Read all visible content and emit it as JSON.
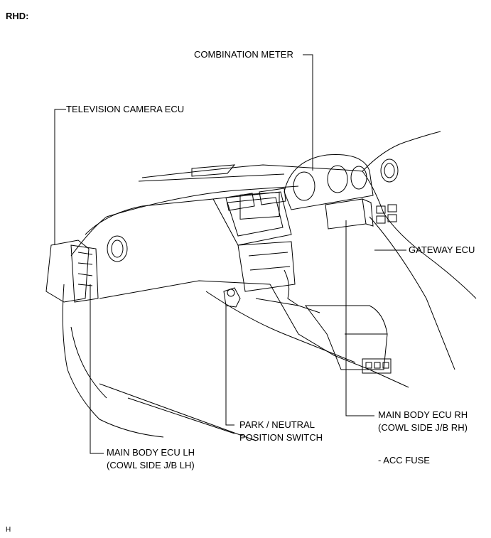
{
  "header": {
    "title": "RHD:"
  },
  "labels": {
    "combination_meter": "COMBINATION METER",
    "television_camera_ecu": "TELEVISION CAMERA ECU",
    "gateway_ecu": "GATEWAY ECU",
    "main_body_ecu_rh": "MAIN BODY ECU RH",
    "main_body_ecu_rh_sub": "(COWL SIDE J/B RH)",
    "park_neutral_1": "PARK / NEUTRAL",
    "park_neutral_2": "POSITION SWITCH",
    "main_body_ecu_lh": "MAIN BODY ECU LH",
    "main_body_ecu_lh_sub": "(COWL SIDE J/B LH)",
    "acc_fuse": "- ACC FUSE"
  },
  "footer": {
    "code": "H"
  }
}
